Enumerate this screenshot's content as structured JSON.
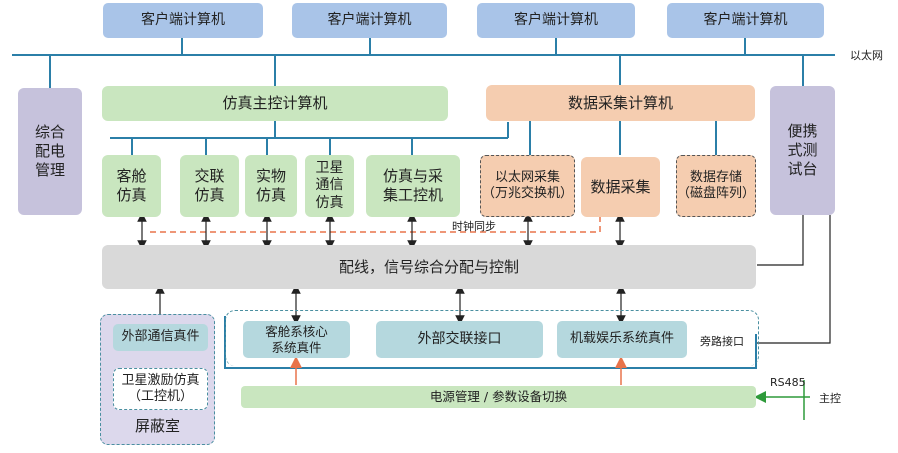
{
  "clients": [
    "客户端计算机",
    "客户端计算机",
    "客户端计算机",
    "客户端计算机"
  ],
  "ethernet_label": "以太网",
  "left_mgmt": "综合\n配电\n管理",
  "sim_master": "仿真主控计算机",
  "data_master": "数据采集计算机",
  "portable": "便携\n式测\n试台",
  "sims": [
    "客舱\n仿真",
    "交联\n仿真",
    "实物\n仿真",
    "卫星\n通信\n仿真",
    "仿真与采\n集工控机"
  ],
  "data_units": [
    "以太网采集\n（万兆交换机）",
    "数据采集",
    "数据存储\n（磁盘阵列）"
  ],
  "clock_sync": "时钟同步",
  "wiring_bus": "配线，信号综合分配与控制",
  "shield_items": [
    "外部通信真件",
    "卫星激励仿真\n（工控机）"
  ],
  "shield_room": "屏蔽室",
  "bottom_units": [
    "客舱系核心\n系统真件",
    "外部交联接口",
    "机载娱乐系统真件"
  ],
  "bypass": "旁路接口",
  "power": "电源管理 / 参数设备切换",
  "rs485": "RS485",
  "main_ctrl": "主控",
  "colors": {
    "line": "#2b7fa8",
    "dash": "#e8734a",
    "arrow_orange": "#e8734a",
    "arrow_green": "#2e9a3a"
  }
}
